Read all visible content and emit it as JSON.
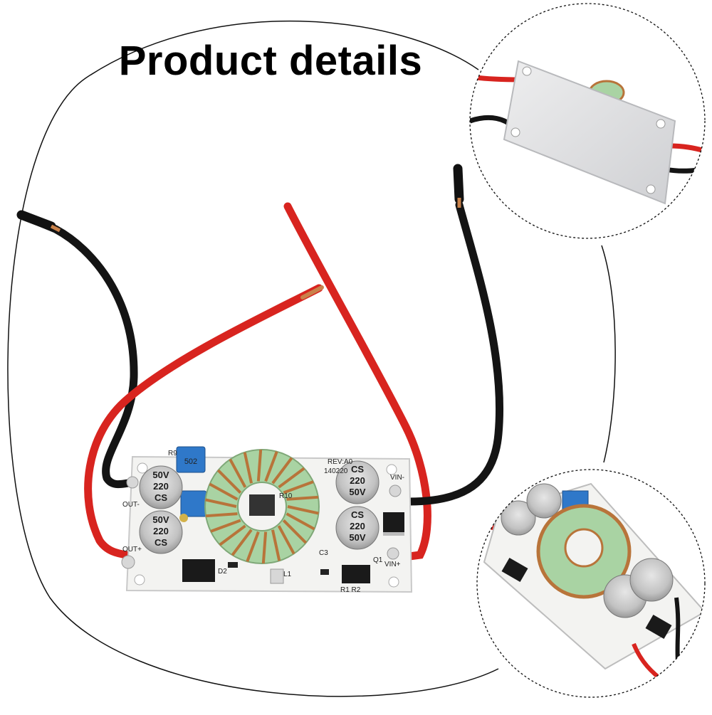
{
  "page": {
    "title": "Product details"
  },
  "board": {
    "capacitor_markings": [
      {
        "brand": "CS",
        "value": "220",
        "voltage": "50V"
      },
      {
        "brand": "CS",
        "value": "220",
        "voltage": "50V"
      },
      {
        "brand": "CS",
        "value": "220",
        "voltage": "50V"
      },
      {
        "brand": "CS",
        "value": "220",
        "voltage": "50V"
      }
    ],
    "silkscreen": {
      "rev": "REV:A0",
      "date": "140220",
      "vin_minus": "VIN-",
      "vin_plus": "VIN+",
      "out_minus": "OUT-",
      "out_plus": "OUT+",
      "pot_code": "502",
      "r9": "R9",
      "r10": "R10",
      "r1r2": "R1 R2",
      "l1": "L1",
      "d2": "D2",
      "c3": "C3",
      "q1": "Q1"
    }
  },
  "colors": {
    "wire_red": "#d8241f",
    "wire_black": "#141414",
    "pcb": "#f3f3f1",
    "toroid": "#a9d3a3",
    "copper": "#b8743a",
    "capacitor": "#c9c9c9",
    "pot": "#2f78c9",
    "heatsink": "#dcdde0"
  }
}
